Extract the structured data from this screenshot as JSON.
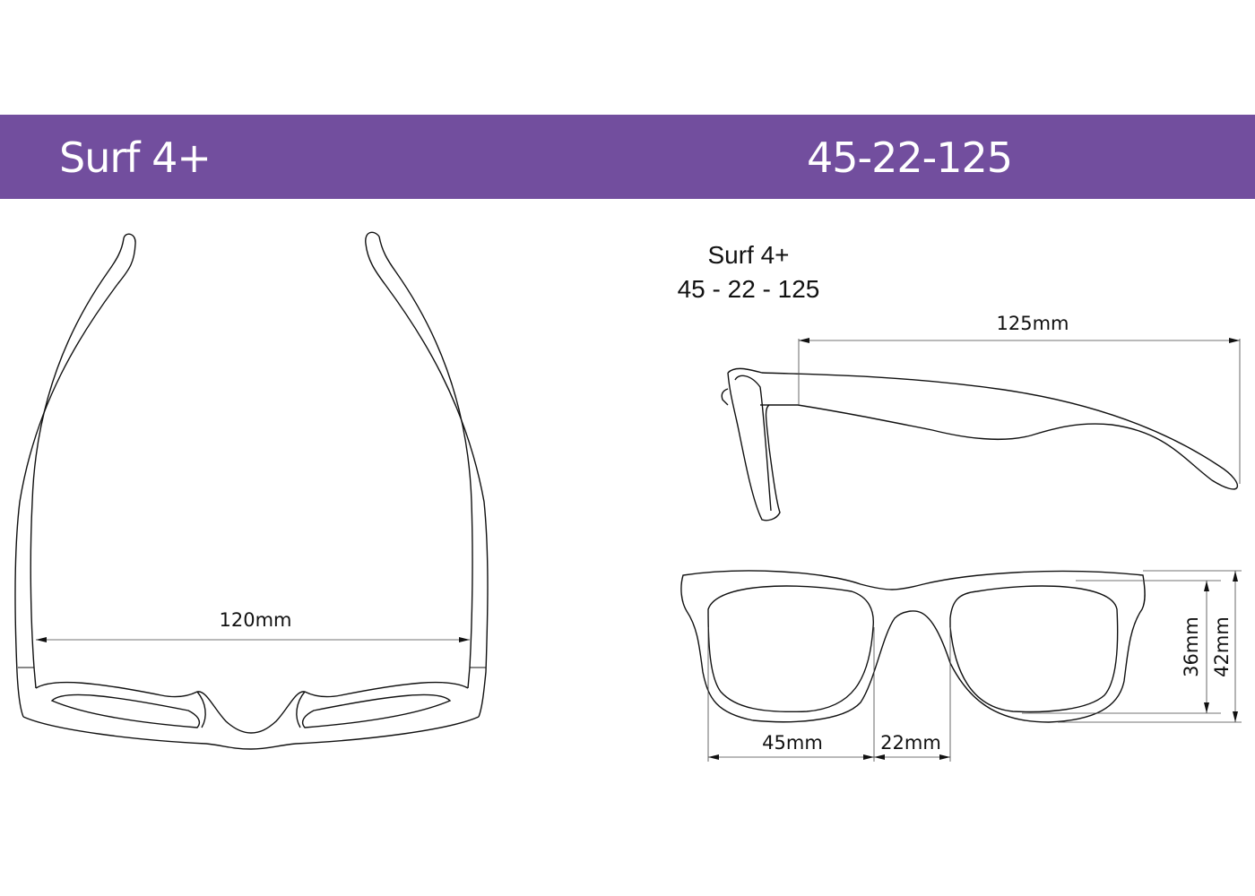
{
  "banner": {
    "title": "Surf 4+",
    "size_code": "45-22-125",
    "color": "#724e9e"
  },
  "caption": {
    "model": "Surf 4+",
    "size": "45 - 22 - 125"
  },
  "views": {
    "top": {
      "frame_width_label": "120mm"
    },
    "side": {
      "temple_length_label": "125mm"
    },
    "front": {
      "lens_width_label": "45mm",
      "bridge_width_label": "22mm",
      "lens_height_label": "36mm",
      "frame_height_label": "42mm"
    }
  },
  "measurements": {
    "lens_width_mm": 45,
    "bridge_width_mm": 22,
    "temple_length_mm": 125,
    "frame_width_mm": 120,
    "lens_height_mm": 36,
    "frame_height_mm": 42
  }
}
